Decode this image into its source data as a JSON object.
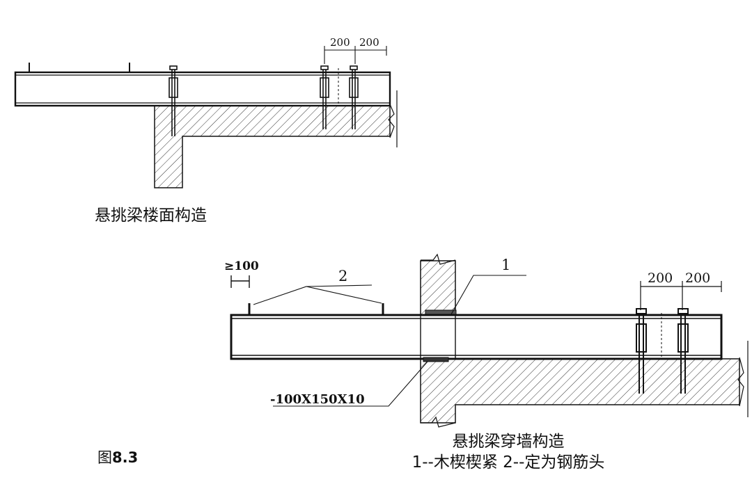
{
  "top_view": {
    "caption": "悬挑梁楼面构造",
    "dim_labels": [
      "200",
      "200"
    ]
  },
  "bottom_view": {
    "caption": "悬挑梁穿墙构造",
    "legend": "1--木楔楔紧  2--定为钢筋头",
    "min_spacing_label": "≥100",
    "callout_1": "1",
    "callout_2": "2",
    "plate_label": "-100X150X10",
    "dim_labels": [
      "200",
      "200"
    ]
  },
  "figure_number_prefix": "图",
  "figure_number": "8.3",
  "colors": {
    "line": "#111111",
    "background": "#ffffff"
  }
}
